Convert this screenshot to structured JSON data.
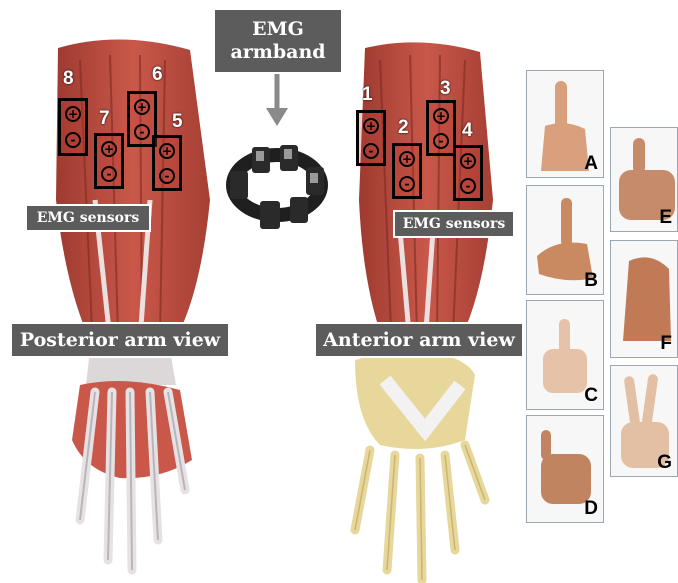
{
  "title": {
    "line1": "EMG",
    "line2": "armband"
  },
  "views": {
    "posterior": "Posterior arm view",
    "anterior": "Anterior arm view"
  },
  "sensor_labels": {
    "left": "EMG sensors",
    "right": "EMG sensors"
  },
  "channels": {
    "posterior": [
      "8",
      "7",
      "6",
      "5"
    ],
    "anterior": [
      "1",
      "2",
      "3",
      "4"
    ]
  },
  "polarity": {
    "positive": "+",
    "negative": "-"
  },
  "gestures": [
    "A",
    "B",
    "C",
    "D",
    "E",
    "F",
    "G"
  ],
  "colors": {
    "label_bg": "#5c5c5c",
    "muscle": "#b8473c",
    "tendon": "#e8e4e6",
    "bone": "#e8d79a",
    "skin": "#d9a07e"
  }
}
